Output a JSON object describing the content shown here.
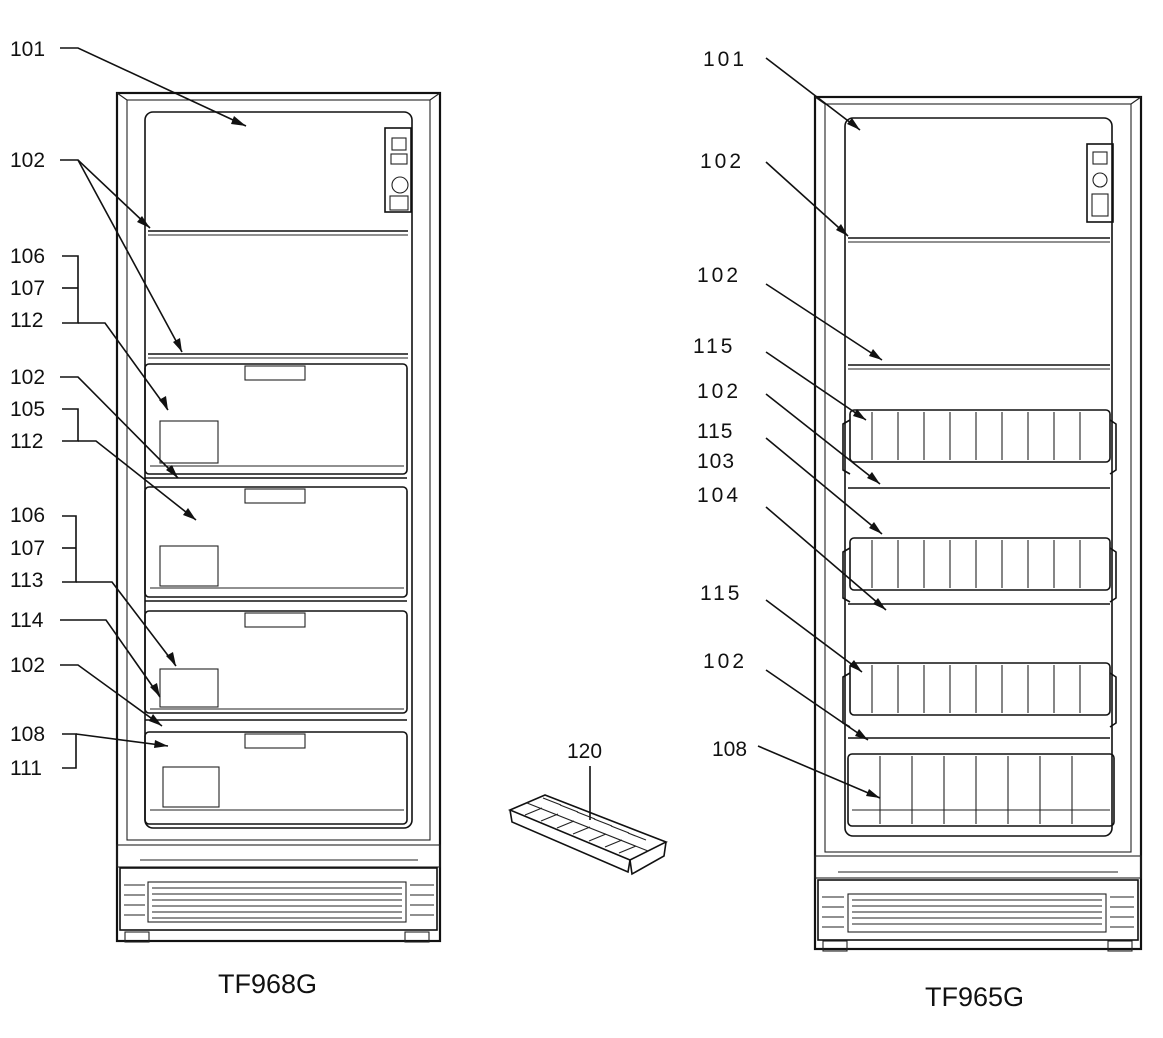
{
  "models": {
    "left": "TF968G",
    "right": "TF965G"
  },
  "icetray_label": "120",
  "left_labels": [
    "101",
    "102",
    "106",
    "107",
    "112",
    "102",
    "105",
    "112",
    "106",
    "107",
    "113",
    "114",
    "102",
    "108",
    "111"
  ],
  "right_labels": [
    "101",
    "102",
    "102",
    "115",
    "102",
    "115",
    "103",
    "104",
    "115",
    "102",
    "108"
  ]
}
